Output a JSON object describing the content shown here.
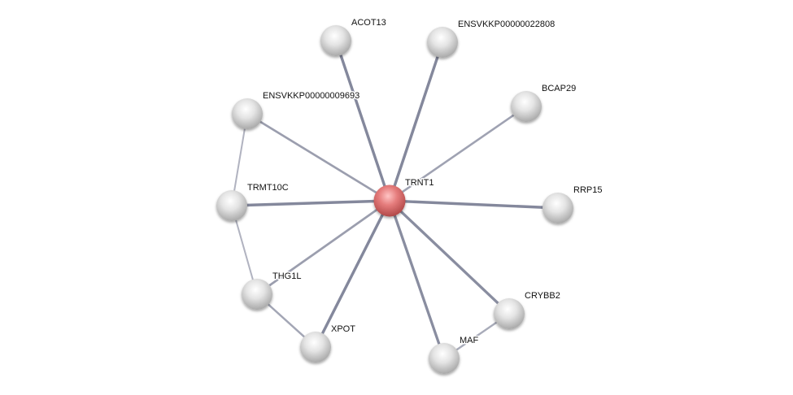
{
  "network": {
    "center": "TRNT1",
    "colors": {
      "query_node": "#e06a6a",
      "node": "#d4d4d4",
      "edge": "#6b7088"
    },
    "nodes": [
      {
        "id": "TRNT1",
        "label": "TRNT1",
        "query": true
      },
      {
        "id": "ACOT13",
        "label": "ACOT13"
      },
      {
        "id": "ENSVKKP00000022808",
        "label": "ENSVKKP00000022808"
      },
      {
        "id": "BCAP29",
        "label": "BCAP29"
      },
      {
        "id": "ENSVKKP00000009693",
        "label": "ENSVKKP00000009693"
      },
      {
        "id": "TRMT10C",
        "label": "TRMT10C"
      },
      {
        "id": "RRP15",
        "label": "RRP15"
      },
      {
        "id": "THG1L",
        "label": "THG1L"
      },
      {
        "id": "CRYBB2",
        "label": "CRYBB2"
      },
      {
        "id": "XPOT",
        "label": "XPOT"
      },
      {
        "id": "MAF",
        "label": "MAF"
      }
    ],
    "edges": [
      {
        "source": "TRNT1",
        "target": "ACOT13",
        "strength": 0.8
      },
      {
        "source": "TRNT1",
        "target": "ENSVKKP00000022808",
        "strength": 0.8
      },
      {
        "source": "TRNT1",
        "target": "BCAP29",
        "strength": 0.5
      },
      {
        "source": "TRNT1",
        "target": "ENSVKKP00000009693",
        "strength": 0.55
      },
      {
        "source": "TRNT1",
        "target": "TRMT10C",
        "strength": 0.8
      },
      {
        "source": "TRNT1",
        "target": "RRP15",
        "strength": 0.8
      },
      {
        "source": "TRNT1",
        "target": "THG1L",
        "strength": 0.55
      },
      {
        "source": "TRNT1",
        "target": "CRYBB2",
        "strength": 0.75
      },
      {
        "source": "TRNT1",
        "target": "XPOT",
        "strength": 0.8
      },
      {
        "source": "TRNT1",
        "target": "MAF",
        "strength": 0.75
      },
      {
        "source": "ENSVKKP00000009693",
        "target": "TRMT10C",
        "strength": 0.3
      },
      {
        "source": "TRMT10C",
        "target": "THG1L",
        "strength": 0.3
      },
      {
        "source": "THG1L",
        "target": "XPOT",
        "strength": 0.45
      },
      {
        "source": "MAF",
        "target": "CRYBB2",
        "strength": 0.4
      }
    ]
  }
}
